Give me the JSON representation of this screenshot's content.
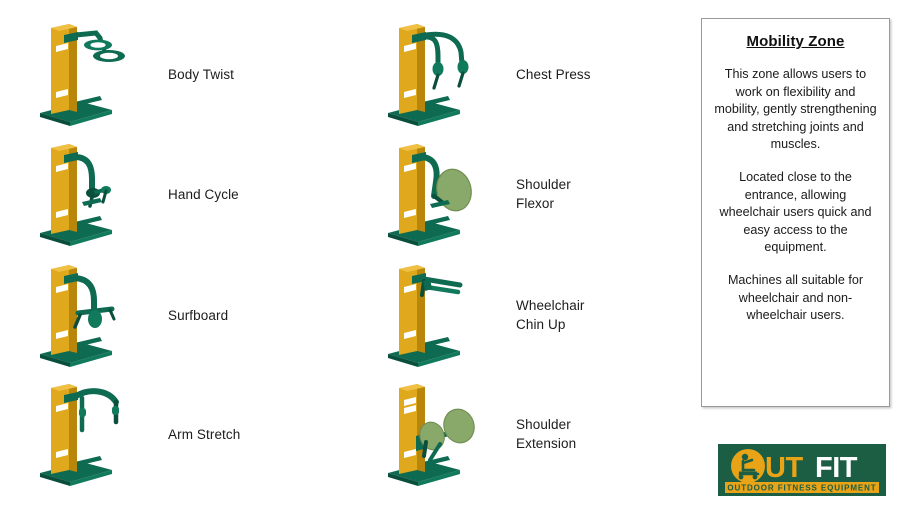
{
  "equipment": [
    {
      "label": "Body Twist",
      "icon": "body-twist-equipment",
      "column": "left",
      "row": 0
    },
    {
      "label": "Hand Cycle",
      "icon": "hand-cycle-equipment",
      "column": "left",
      "row": 1
    },
    {
      "label": "Surfboard",
      "icon": "surfboard-equipment",
      "column": "left",
      "row": 2
    },
    {
      "label": "Arm Stretch",
      "icon": "arm-stretch-equipment",
      "column": "left",
      "row": 3
    },
    {
      "label": "Chest Press",
      "icon": "chest-press-equipment",
      "column": "right",
      "row": 0
    },
    {
      "label": "Shoulder\nFlexor",
      "icon": "shoulder-flexor-equipment",
      "column": "right",
      "row": 1
    },
    {
      "label": "Wheelchair\nChin Up",
      "icon": "wheelchair-chin-up-equipment",
      "column": "right",
      "row": 2
    },
    {
      "label": "Shoulder\nExtension",
      "icon": "shoulder-extension-equipment",
      "column": "right",
      "row": 3
    }
  ],
  "info_panel": {
    "title": "Mobility Zone",
    "paragraphs": [
      "This zone allows users to work on flexibility and mobility, gently strengthening and stretching joints and muscles.",
      "Located close to the entrance, allowing wheelchair users quick and easy access to the equipment.",
      "Machines all suitable for wheelchair and non-wheelchair users."
    ]
  },
  "logo": {
    "text_out": "UT",
    "text_fit": "FIT",
    "tagline": "OUTDOOR FITNESS EQUIPMENT",
    "icon": "seated-exercise-person-icon"
  },
  "colors": {
    "post_yellow": "#E0A81C",
    "post_yellow_dark": "#B8860B",
    "accent_teal": "#0E6B52",
    "accent_teal_dark": "#0A4F3C",
    "pad_green": "#89A96A",
    "logo_green": "#1B5E44",
    "logo_gold": "#E8A317",
    "panel_border": "#9A9A9A",
    "text": "#1A1A1A"
  }
}
